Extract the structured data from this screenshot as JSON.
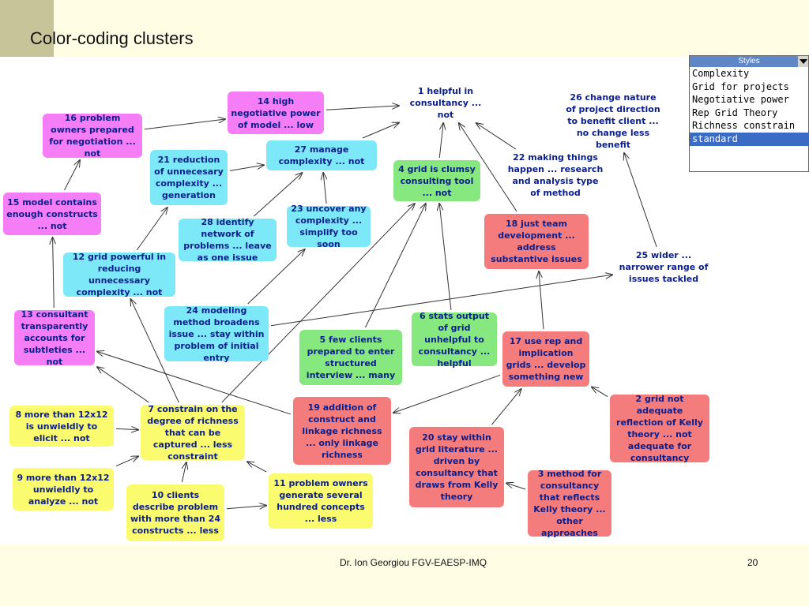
{
  "slide": {
    "title": "Color-coding clusters",
    "footer_author": "Dr. Ion Georgiou  FGV-EAESP-IMQ",
    "page_number": "20"
  },
  "styles_panel": {
    "header": "Styles",
    "items": [
      "Complexity",
      "Grid for projects",
      "Negotiative power",
      "Rep Grid Theory",
      "Richness constrain",
      "standard"
    ],
    "selected": "standard"
  },
  "colors": {
    "magenta": "#f57df5",
    "cyan": "#7de8f7",
    "green": "#86e87e",
    "red": "#f47c7c",
    "yellow": "#fbfb70",
    "text": "#0a1e8c"
  },
  "nodes": [
    {
      "id": "n1",
      "text": "1 helpful in consultancy ... not",
      "color": "none"
    },
    {
      "id": "n2",
      "text": "2 grid not adequate reflection of Kelly theory ... not adequate for consultancy",
      "color": "red"
    },
    {
      "id": "n3",
      "text": "3 method for consultancy that reflects Kelly theory ... other approaches",
      "color": "red"
    },
    {
      "id": "n4",
      "text": "4 grid is clumsy consulting tool ... not",
      "color": "green"
    },
    {
      "id": "n5",
      "text": "5 few clients prepared to enter structured interview ... many",
      "color": "green"
    },
    {
      "id": "n6",
      "text": "6 stats output of grid unhelpful to consultancy ... helpful",
      "color": "green"
    },
    {
      "id": "n7",
      "text": "7 constrain on the degree of richness that can be captured ... less constraint",
      "color": "yellow"
    },
    {
      "id": "n8",
      "text": "8 more than 12x12 is unwieldly to elicit ... not",
      "color": "yellow"
    },
    {
      "id": "n9",
      "text": "9 more than 12x12 unwieldly to analyze ... not",
      "color": "yellow"
    },
    {
      "id": "n10",
      "text": "10 clients describe problem with more than 24 constructs ... less",
      "color": "yellow"
    },
    {
      "id": "n11",
      "text": "11 problem owners generate several hundred concepts ... less",
      "color": "yellow"
    },
    {
      "id": "n12",
      "text": "12 grid powerful in reducing unnecessary complexity ... not",
      "color": "cyan"
    },
    {
      "id": "n13",
      "text": "13 consultant transparently accounts for subtleties ... not",
      "color": "magenta"
    },
    {
      "id": "n14",
      "text": "14 high negotiative power of model ... low",
      "color": "magenta"
    },
    {
      "id": "n15",
      "text": "15 model contains enough constructs ... not",
      "color": "magenta"
    },
    {
      "id": "n16",
      "text": "16 problem owners prepared for negotiation ... not",
      "color": "magenta"
    },
    {
      "id": "n17",
      "text": "17 use rep and implication grids ... develop something new",
      "color": "red"
    },
    {
      "id": "n18",
      "text": "18 just team development ... address substantive issues",
      "color": "red"
    },
    {
      "id": "n19",
      "text": "19 addition of construct and linkage richness ... only linkage richness",
      "color": "red"
    },
    {
      "id": "n20",
      "text": "20 stay within grid literature ... driven by consultancy that draws from Kelly theory",
      "color": "red"
    },
    {
      "id": "n21",
      "text": "21 reduction of unnecesary complexity ... generation",
      "color": "cyan"
    },
    {
      "id": "n22",
      "text": "22 making things happen ... research and analysis type of method",
      "color": "none"
    },
    {
      "id": "n23",
      "text": "23 uncover any complexity ... simplify too soon",
      "color": "cyan"
    },
    {
      "id": "n24",
      "text": "24 modeling method broadens issue ... stay within problem of initial entry",
      "color": "cyan"
    },
    {
      "id": "n25",
      "text": "25 wider ... narrower range of issues tackled",
      "color": "none"
    },
    {
      "id": "n26",
      "text": "26 change nature of project direction to benefit client ... no change less benefit",
      "color": "none"
    },
    {
      "id": "n27",
      "text": "27 manage complexity ... not",
      "color": "cyan"
    },
    {
      "id": "n28",
      "text": "28 identify network of problems ... leave as one issue",
      "color": "cyan"
    }
  ],
  "links": [
    [
      "n16",
      "n14"
    ],
    [
      "n14",
      "n1"
    ],
    [
      "n15",
      "n16"
    ],
    [
      "n13",
      "n15"
    ],
    [
      "n12",
      "n21"
    ],
    [
      "n21",
      "n27"
    ],
    [
      "n28",
      "n27"
    ],
    [
      "n23",
      "n27"
    ],
    [
      "n27",
      "n1"
    ],
    [
      "n4",
      "n1"
    ],
    [
      "n18",
      "n1"
    ],
    [
      "n22",
      "n1"
    ],
    [
      "n25",
      "n26"
    ],
    [
      "n17",
      "n18"
    ],
    [
      "n5",
      "n4"
    ],
    [
      "n6",
      "n4"
    ],
    [
      "n7",
      "n4"
    ],
    [
      "n24",
      "n23"
    ],
    [
      "n24",
      "n25"
    ],
    [
      "n7",
      "n12"
    ],
    [
      "n7",
      "n13"
    ],
    [
      "n19",
      "n13"
    ],
    [
      "n8",
      "n7"
    ],
    [
      "n9",
      "n7"
    ],
    [
      "n10",
      "n7"
    ],
    [
      "n11",
      "n7"
    ],
    [
      "n10",
      "n11"
    ],
    [
      "n17",
      "n19"
    ],
    [
      "n20",
      "n17"
    ],
    [
      "n3",
      "n20"
    ],
    [
      "n2",
      "n17"
    ]
  ]
}
